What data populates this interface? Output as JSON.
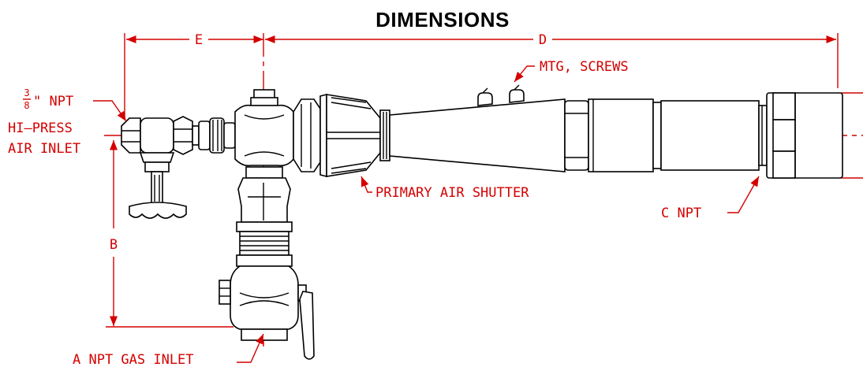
{
  "title": "DIMENSIONS",
  "labels": {
    "dim_e": "E",
    "dim_d": "D",
    "dim_b": "B",
    "mtg_screws": "MTG, SCREWS",
    "npt_top_frac_num": "3",
    "npt_top_frac_den": "8",
    "npt_top_suffix": "\" NPT",
    "hi_press": "HI—PRESS",
    "air_inlet": "AIR INLET",
    "primary_air_shutter": "PRIMARY AIR SHUTTER",
    "c_npt": "C NPT",
    "a_npt_gas_inlet": "A NPT GAS INLET"
  },
  "colors": {
    "annotation": "#d40000",
    "outline": "#000000"
  }
}
